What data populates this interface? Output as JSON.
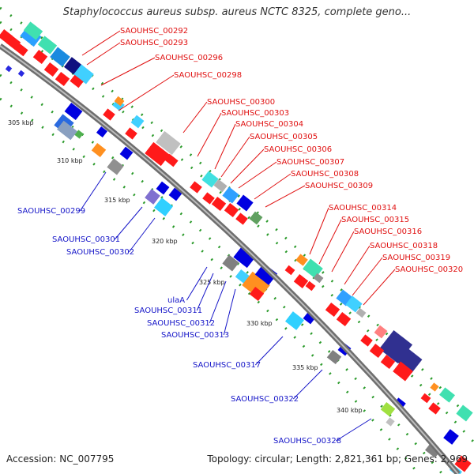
{
  "title": "Staphylococcus aureus subsp. aureus NCTC 8325, complete geno...",
  "footer": {
    "accession": "Accession: NC_007795",
    "summary": "Topology: circular; Length: 2,821,361 bp; Genes: 2,969"
  },
  "ticks": [
    "305 kbp",
    "310 kbp",
    "315 kbp",
    "320 kbp",
    "325 kbp",
    "330 kbp",
    "335 kbp",
    "340 kbp"
  ],
  "outer_labels": [
    "SAOUHSC_00292",
    "SAOUHSC_00293",
    "SAOUHSC_00296",
    "SAOUHSC_00298",
    "SAOUHSC_00300",
    "SAOUHSC_00303",
    "SAOUHSC_00304",
    "SAOUHSC_00305",
    "SAOUHSC_00306",
    "SAOUHSC_00307",
    "SAOUHSC_00308",
    "SAOUHSC_00309",
    "SAOUHSC_00314",
    "SAOUHSC_00315",
    "SAOUHSC_00316",
    "SAOUHSC_00318",
    "SAOUHSC_00319",
    "SAOUHSC_00320"
  ],
  "inner_labels": [
    "SAOUHSC_00299",
    "SAOUHSC_00301",
    "SAOUHSC_00302",
    "ulaA",
    "SAOUHSC_00311",
    "SAOUHSC_00312",
    "SAOUHSC_00313",
    "SAOUHSC_00317",
    "SAOUHSC_00322",
    "SAOUHSC_00328"
  ],
  "colors": {
    "outer_label": "#e01010",
    "inner_label": "#1515c8",
    "backbone": "#8a8a8a",
    "cds": "#ff0000",
    "forward_feature": "#0000e0",
    "dots": "#2a9a2a"
  }
}
